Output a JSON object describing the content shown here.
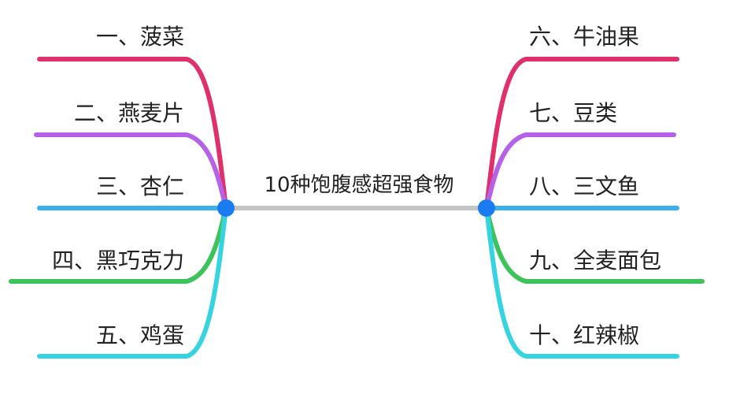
{
  "center": {
    "title": "10种饱腹感超强食物"
  },
  "left_branches": [
    {
      "label": "一、菠菜",
      "color": "#e0306a"
    },
    {
      "label": "二、燕麦片",
      "color": "#b562e8"
    },
    {
      "label": "三、杏仁",
      "color": "#3ab0ec"
    },
    {
      "label": "四、黑巧克力",
      "color": "#3cc45a"
    },
    {
      "label": "五、鸡蛋",
      "color": "#36d3e0"
    }
  ],
  "right_branches": [
    {
      "label": "六、牛油果",
      "color": "#e0306a"
    },
    {
      "label": "七、豆类",
      "color": "#b562e8"
    },
    {
      "label": "八、三文鱼",
      "color": "#3ab0ec"
    },
    {
      "label": "九、全麦面包",
      "color": "#3cc45a"
    },
    {
      "label": "十、红辣椒",
      "color": "#36d3e0"
    }
  ],
  "colors": {
    "trunk": "#c4c4c4",
    "node": "#1b7cf2"
  }
}
